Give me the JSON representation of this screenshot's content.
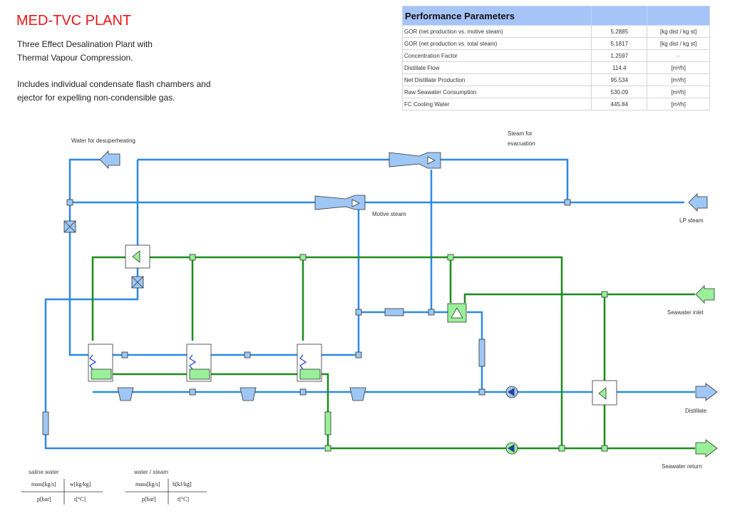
{
  "header": {
    "title": "MED-TVC PLANT",
    "desc_line1": "Three Effect Desalination Plant with",
    "desc_line2": "Thermal Vapour Compression.",
    "desc_line3": "Includes individual condensate flash chambers and",
    "desc_line4": "ejector for expelling non-condensible gas."
  },
  "performance": {
    "title": "Performance Parameters",
    "rows": [
      {
        "name": "GOR (net production vs. motive steam)",
        "value": "5.2885",
        "unit": "[kg dist / kg st]"
      },
      {
        "name": "GOR (net production vs. total steam)",
        "value": "5.1817",
        "unit": "[kg dist / kg st]"
      },
      {
        "name": "Concentration Factor",
        "value": "1.2597",
        "unit": "-"
      },
      {
        "name": "Distillate Flow",
        "value": "114.4",
        "unit": "[m³/h]"
      },
      {
        "name": "Net Distillate Production",
        "value": "95.534",
        "unit": "[m³/h]"
      },
      {
        "name": "Raw Seawater Consumption",
        "value": "530.09",
        "unit": "[m³/h]"
      },
      {
        "name": "FC Cooling Water",
        "value": "445.84",
        "unit": "[m³/h]"
      }
    ]
  },
  "labels": {
    "water_desuperheating": "Water for desuperheating",
    "steam_evacuation_1": "Steam for",
    "steam_evacuation_2": "evacuation",
    "motive_steam": "Motive steam",
    "lp_steam": "LP steam",
    "seawater_inlet": "Seawater inlet",
    "distillate": "Distillate",
    "seawater_return": "Seawater return"
  },
  "legend": {
    "saline": {
      "title": "saline water",
      "c1": "mass[kg/s]",
      "c2": "w[kg/kg]",
      "c3": "p[bar]",
      "c4": "t[°C]"
    },
    "water": {
      "title": "water / steam",
      "c1": "mass[kg/s]",
      "c2": "h[kJ/kg]",
      "c3": "p[bar]",
      "c4": "t[°C]"
    }
  },
  "colors": {
    "steam": "#2b8ae6",
    "saline": "#1c8c1c",
    "steam_fill": "#9ec7f5",
    "saline_fill": "#98f098"
  }
}
